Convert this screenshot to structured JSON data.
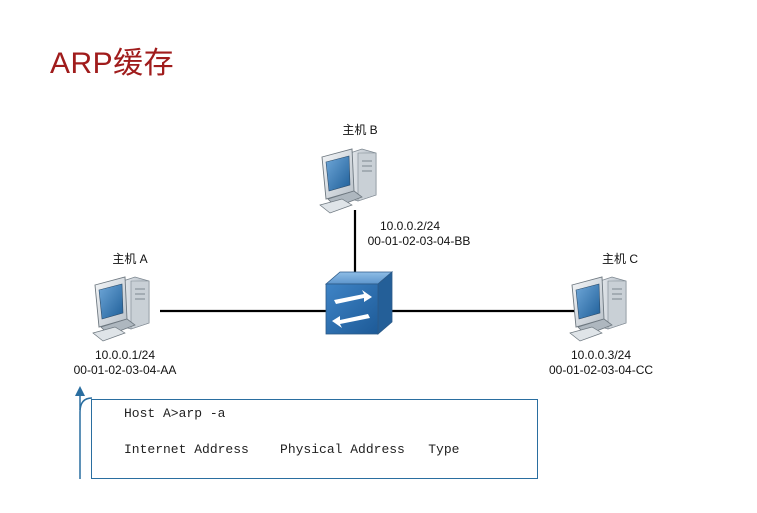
{
  "title": "ARP缓存",
  "hosts": {
    "a": {
      "name": "主机 A",
      "ip": "10.0.0.1/24",
      "mac": "00-01-02-03-04-AA"
    },
    "b": {
      "name": "主机 B",
      "ip": "10.0.0.2/24",
      "mac": "00-01-02-03-04-BB"
    },
    "c": {
      "name": "主机 C",
      "ip": "10.0.0.3/24",
      "mac": "00-01-02-03-04-CC"
    }
  },
  "device_icons": {
    "host": "desktop-computer-icon",
    "switch": "network-switch-icon"
  },
  "colors": {
    "title": "#a01c1c",
    "switch": "#2e6fb0",
    "terminal_border": "#2a6ea0",
    "link": "#000000"
  },
  "terminal": {
    "command": "Host A>arp -a",
    "headers": "Internet Address    Physical Address   Type"
  }
}
